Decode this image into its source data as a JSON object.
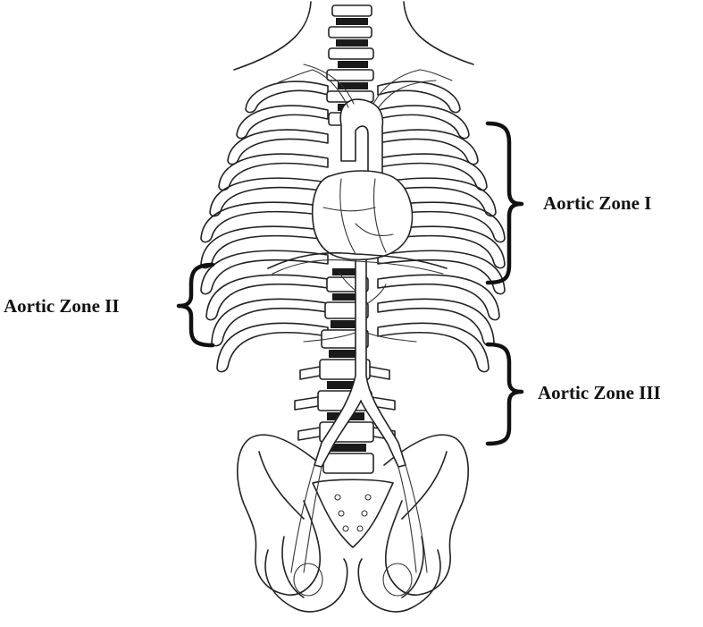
{
  "diagram": {
    "labels": {
      "zone1": "Aortic Zone I",
      "zone2": "Aortic Zone II",
      "zone3": "Aortic Zone III"
    }
  },
  "colors": {
    "ink": "#111111",
    "background": "#ffffff"
  }
}
